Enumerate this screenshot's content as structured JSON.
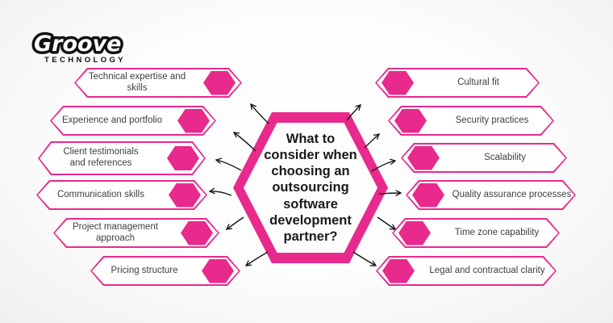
{
  "logo": {
    "name": "Groove",
    "subtitle": "TECHNOLOGY"
  },
  "center": {
    "title": "What to\nconsider when\nchoosing an\noutsourcing\nsoftware\ndevelopment\npartner?"
  },
  "items": {
    "left": [
      {
        "label": "Technical expertise and skills"
      },
      {
        "label": "Experience and portfolio"
      },
      {
        "label": "Client testimonials\nand references"
      },
      {
        "label": "Communication skills"
      },
      {
        "label": "Project management approach"
      },
      {
        "label": "Pricing structure"
      }
    ],
    "right": [
      {
        "label": "Cultural fit"
      },
      {
        "label": "Security practices"
      },
      {
        "label": "Scalability"
      },
      {
        "label": "Quality assurance processes"
      },
      {
        "label": "Time zone capability"
      },
      {
        "label": "Legal and contractual clarity"
      }
    ]
  },
  "colors": {
    "accent_pink": "#E82A8C",
    "label_text": "#3F3F3F",
    "title_text": "#1A1A1A",
    "arrow_black": "#141414"
  }
}
